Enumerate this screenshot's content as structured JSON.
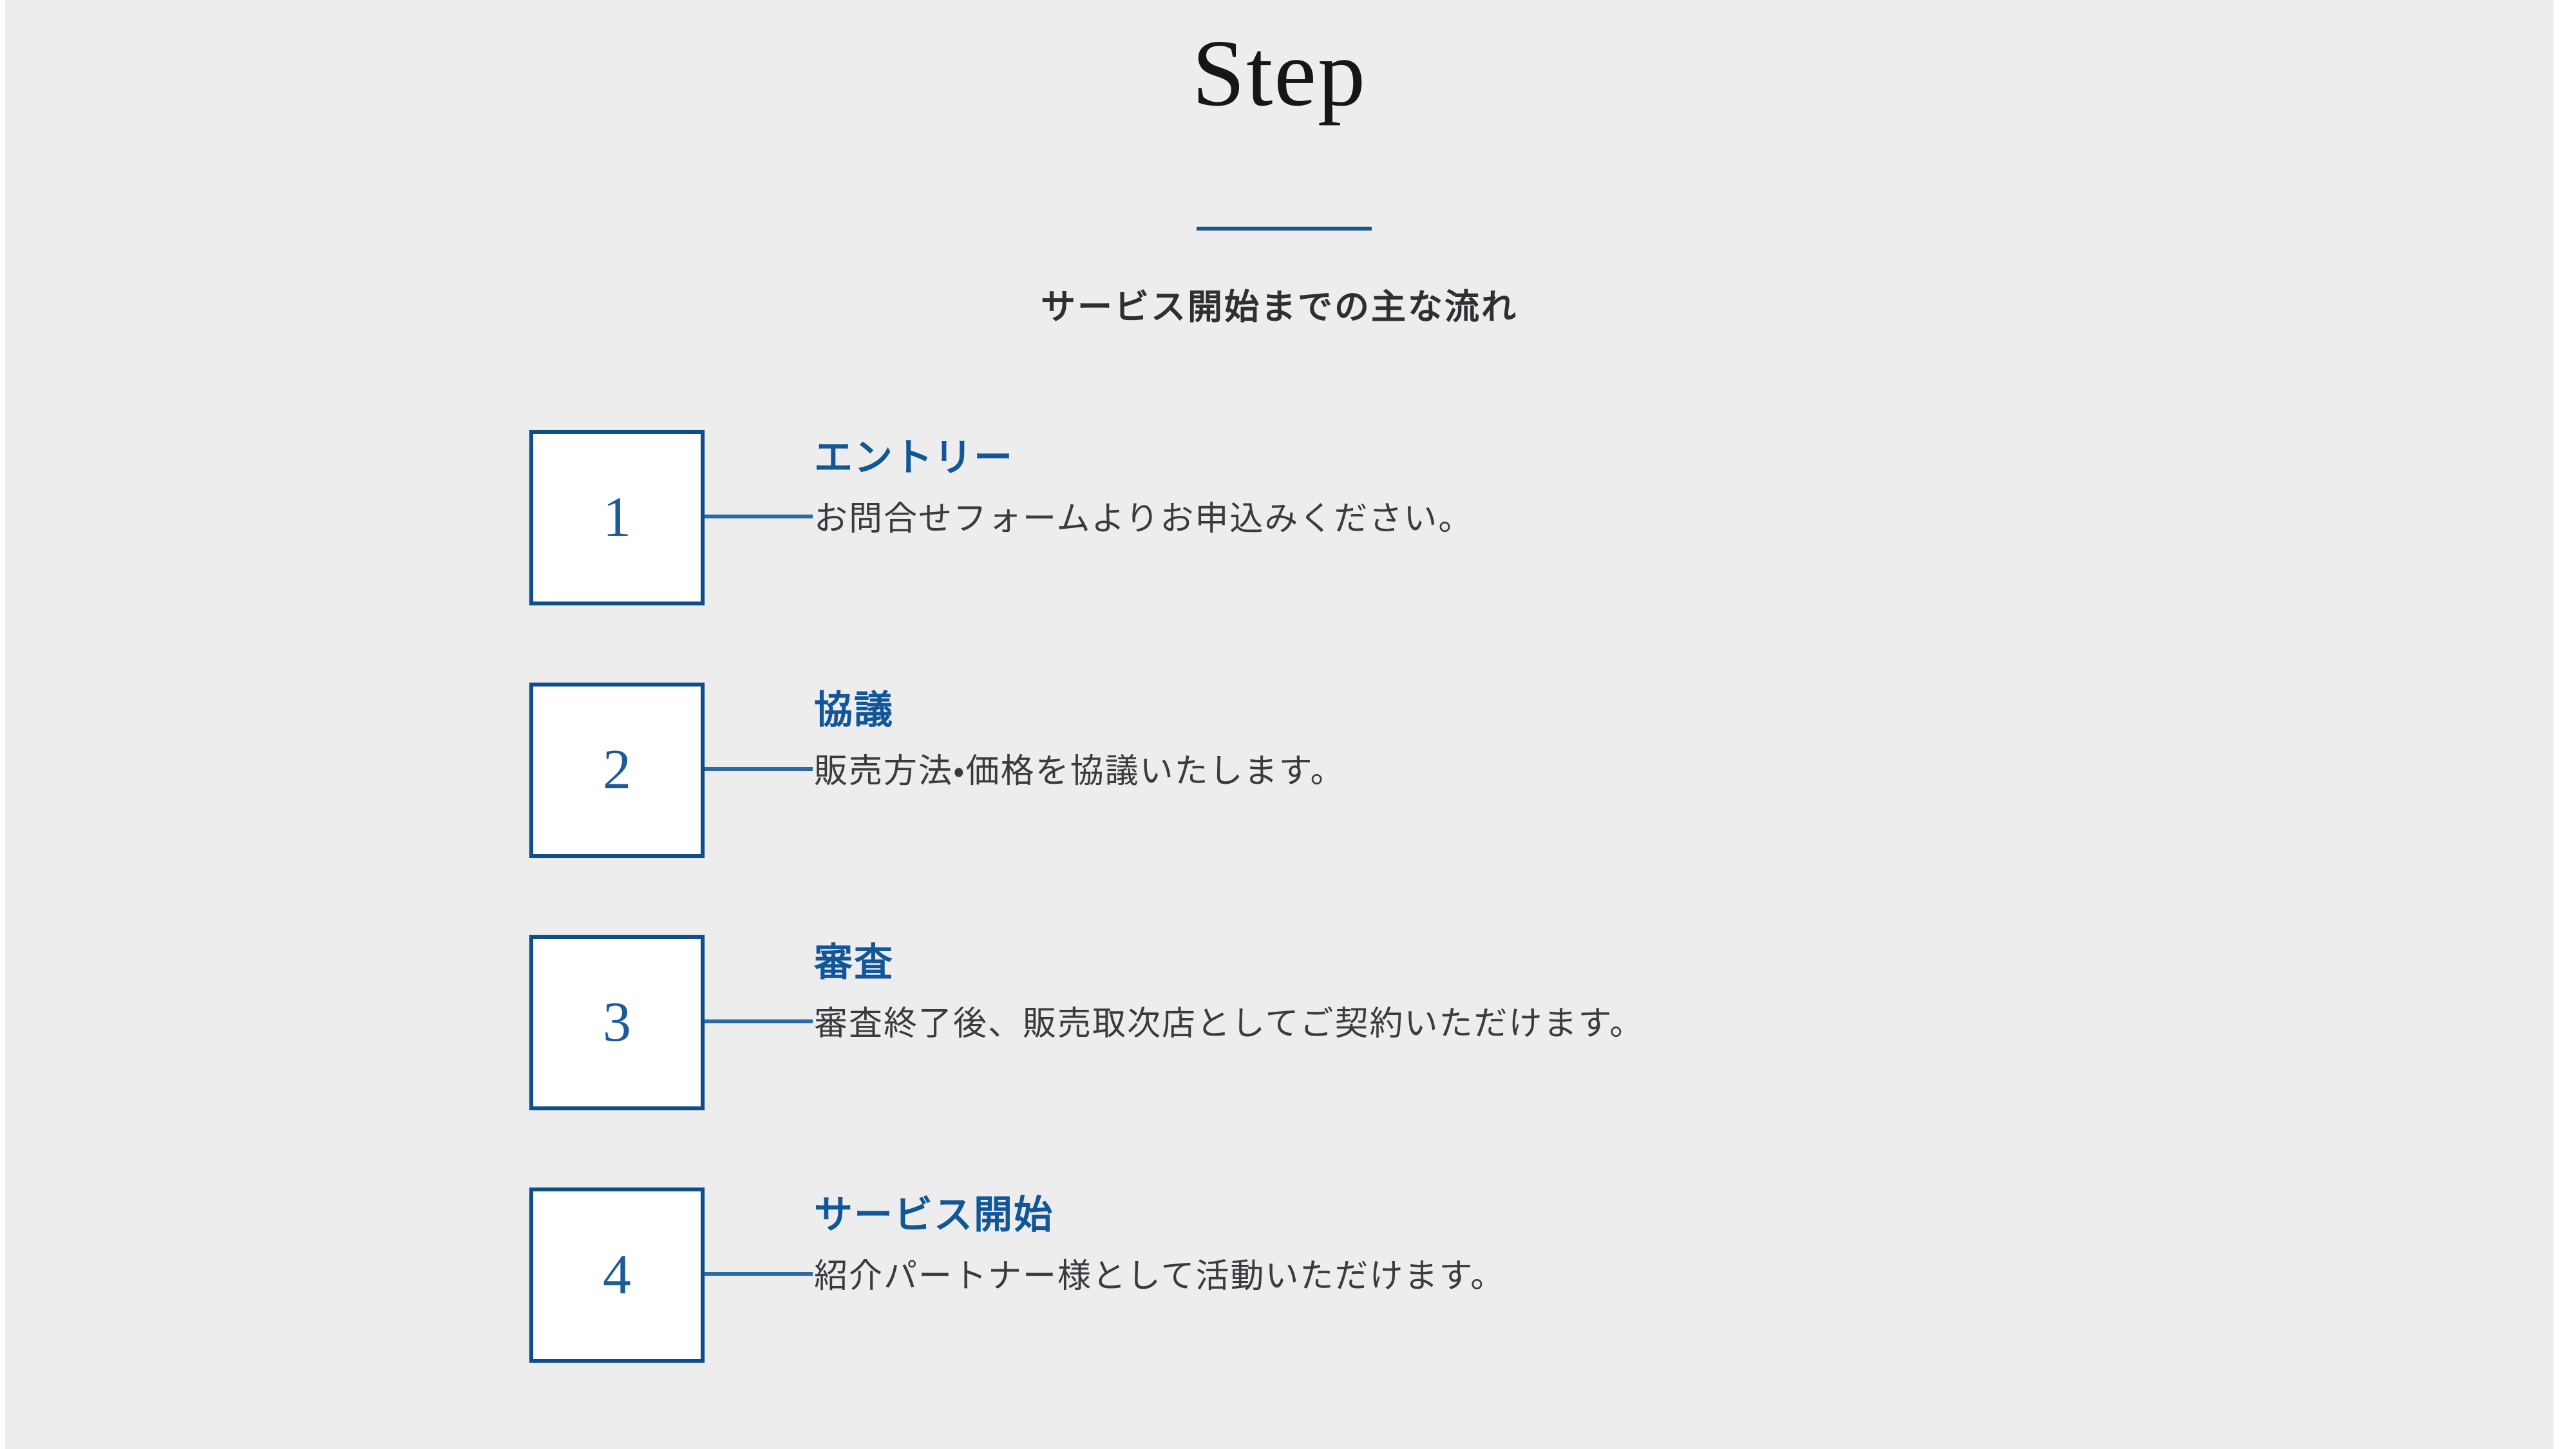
{
  "section": {
    "title": "Step",
    "subtitle": "サービス開始までの主な流れ",
    "accent_color": "#15568f",
    "heading_color": "#12569a",
    "body_color": "#3a3a3f",
    "background_color": "#ededed",
    "box_border_color": "#0d4f8b"
  },
  "steps": [
    {
      "number": "1",
      "heading": "エントリー",
      "description": "お問合せフォームよりお申込みください。"
    },
    {
      "number": "2",
      "heading": "協議",
      "description": "販売方法・価格を協議いたします。"
    },
    {
      "number": "3",
      "heading": "審査",
      "description": "審査終了後、販売取次店としてご契約いただけます。"
    },
    {
      "number": "4",
      "heading": "サービス開始",
      "description": "紹介パートナー様として活動いただけます。"
    }
  ]
}
